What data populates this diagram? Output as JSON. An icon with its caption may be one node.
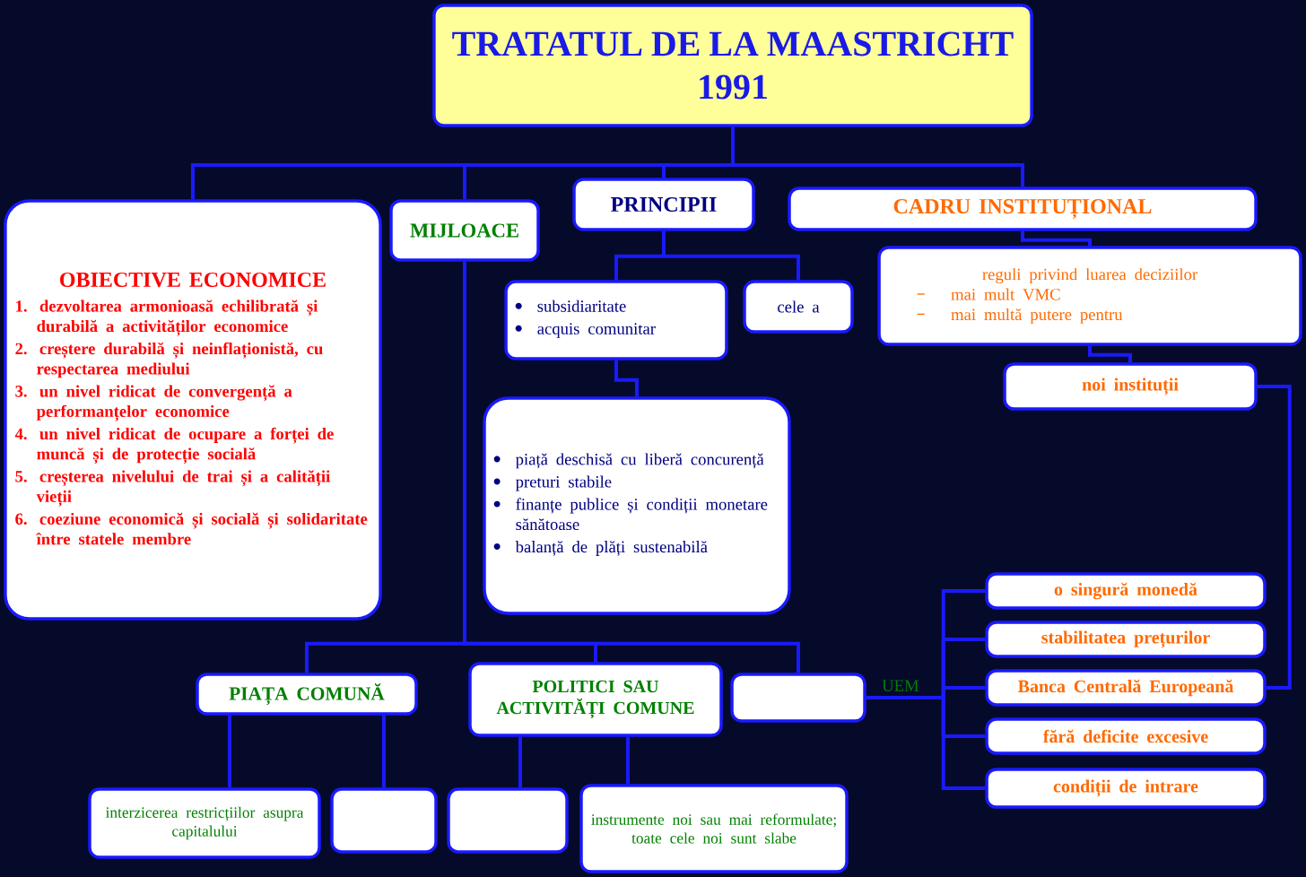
{
  "diagram": {
    "nodes": [
      {
        "text": [
          "TRATATUL DE LA MAASTRICHT 1991"
        ]
      },
      {
        "text": [
          "OBIECTIVE ECONOMICE",
          "1. dezvoltarea armonioasă echilibrată și durabilă a activităților economice",
          "2. creștere durabilă și neinflaționistă, cu respectarea mediului",
          "3. un nivel ridicat de convergență a performanțelor economice",
          "4. un nivel ridicat de ocupare a forței de muncă și de protecție socială",
          "5. creșterea nivelului de trai și a calității vieții",
          "6. coeziune economică și socială și solidaritate între statele membre"
        ]
      },
      {
        "text": [
          "MIJLOACE"
        ]
      },
      {
        "text": [
          "PRINCIPII"
        ]
      },
      {
        "text": [
          "CADRU INSTITUȚIONAL"
        ]
      },
      {
        "text": [
          "subsidiaritate",
          "acquis comunitar"
        ]
      },
      {
        "text": [
          "cele a"
        ]
      },
      {
        "text": [
          "piață deschisă cu liberă concurență",
          "preturi stabile",
          "finanțe publice și condiții monetare sănătoase",
          "balanță de plăți sustenabilă"
        ]
      },
      {
        "text": [
          "reguli privind luarea deciziilor",
          "mai mult VMC",
          "mai multă putere pentru"
        ]
      },
      {
        "text": [
          "noi instituții"
        ]
      },
      {
        "text": [
          "PIAȚA COMUNĂ"
        ]
      },
      {
        "text": [
          "POLITICI SAU ACTIVITĂȚI COMUNE"
        ]
      },
      {
        "text": [],
        "shape": "box",
        "beside": [
          "UEM"
        ]
      },
      {
        "text": [
          "interzicerea restricțiilor asupra capitalului"
        ]
      },
      {
        "text": [],
        "shape": "box"
      },
      {
        "text": [],
        "shape": "box"
      },
      {
        "text": [
          "instrumente noi sau mai reformulate; toate cele noi sunt slabe"
        ]
      },
      {
        "text": [
          "o singură monedă"
        ]
      },
      {
        "text": [
          "stabilitatea prețurilor"
        ]
      },
      {
        "text": [
          "Banca Centrală Europeană"
        ]
      },
      {
        "text": [
          "fără deficite excesive"
        ]
      },
      {
        "text": [
          "condiții de intrare"
        ]
      }
    ],
    "edges": [
      {
        "from": 0,
        "to": 1,
        "arrow": "none"
      },
      {
        "from": 0,
        "to": 2,
        "arrow": "none"
      },
      {
        "from": 0,
        "to": 3,
        "arrow": "none"
      },
      {
        "from": 0,
        "to": 4,
        "arrow": "none"
      },
      {
        "from": 3,
        "to": 5,
        "arrow": "none"
      },
      {
        "from": 3,
        "to": 6,
        "arrow": "none"
      },
      {
        "from": 5,
        "to": 7,
        "arrow": "none"
      },
      {
        "from": 4,
        "to": 8,
        "arrow": "none"
      },
      {
        "from": 8,
        "to": 9,
        "arrow": "none"
      },
      {
        "from": 2,
        "to": 10,
        "arrow": "none"
      },
      {
        "from": 2,
        "to": 11,
        "arrow": "none"
      },
      {
        "from": 2,
        "to": 12,
        "arrow": "none"
      },
      {
        "from": 10,
        "to": 13,
        "arrow": "none"
      },
      {
        "from": 10,
        "to": 14,
        "arrow": "none"
      },
      {
        "from": 11,
        "to": 15,
        "arrow": "none"
      },
      {
        "from": 11,
        "to": 16,
        "arrow": "none"
      },
      {
        "from": 12,
        "to": 17,
        "arrow": "none"
      },
      {
        "from": 12,
        "to": 18,
        "arrow": "none"
      },
      {
        "from": 12,
        "to": 19,
        "arrow": "none"
      },
      {
        "from": 12,
        "to": 20,
        "arrow": "none"
      },
      {
        "from": 12,
        "to": 21,
        "arrow": "none"
      },
      {
        "from": 9,
        "to": 19,
        "arrow": "none"
      }
    ]
  }
}
